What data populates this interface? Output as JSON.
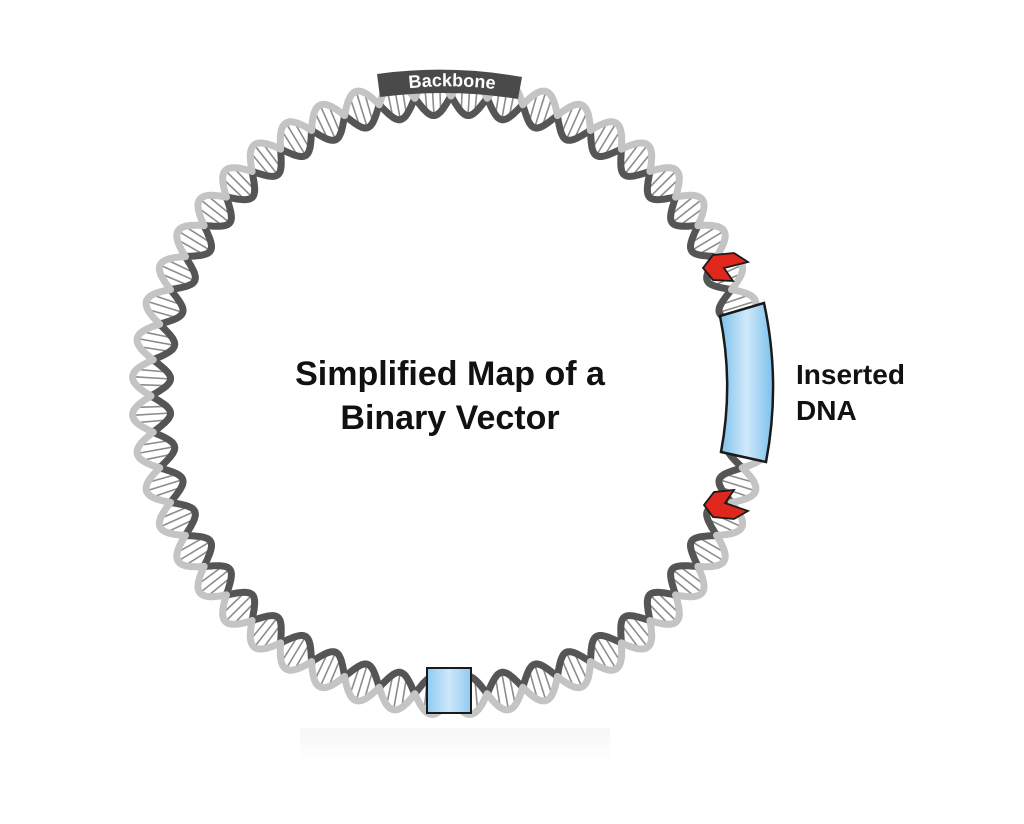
{
  "title_line1": "Simplified Map of a",
  "title_line2": "Binary Vector",
  "backbone_label": "Backbone",
  "insert_label_line1": "Inserted",
  "insert_label_line2": "DNA",
  "colors": {
    "strand_light": "#c4c4c4",
    "strand_dark": "#555555",
    "base_pair": "#8c8c8c",
    "insert_fill": "#9fd0f0",
    "border_marker": "#e0271c",
    "label_bg": "#4a4a4a"
  }
}
